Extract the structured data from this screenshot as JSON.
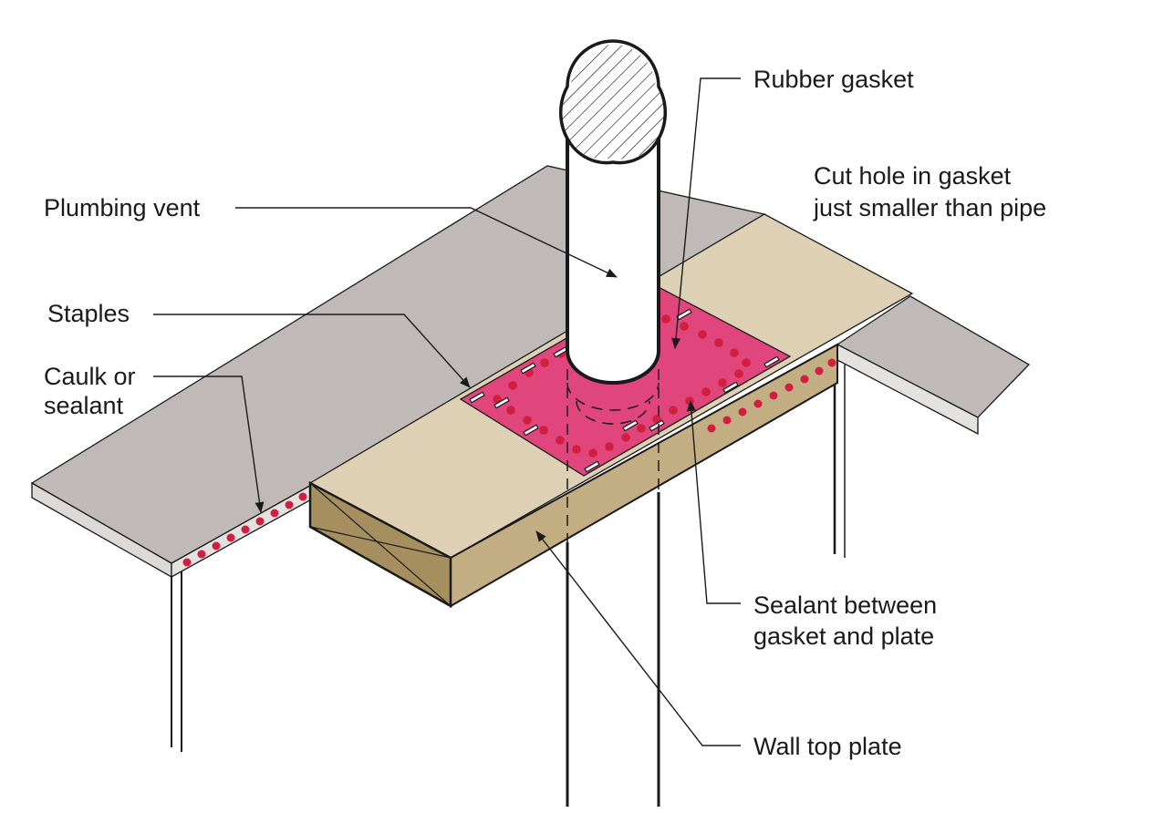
{
  "labels": {
    "rubber_gasket": "Rubber gasket",
    "cut_hole_line1": "Cut hole in gasket",
    "cut_hole_line2": "just smaller than pipe",
    "plumbing_vent": "Plumbing vent",
    "staples": "Staples",
    "caulk_line1": "Caulk or",
    "caulk_line2": "sealant",
    "sealant_between_line1": "Sealant between",
    "sealant_between_line2": "gasket and plate",
    "wall_top_plate": "Wall top plate"
  },
  "colors": {
    "drywall": "#bfbab7",
    "plate_top": "#ded0b4",
    "plate_side": "#c3ae84",
    "plate_end": "#a58f5f",
    "gasket": "#e0457b",
    "sealant_dots": "#d11f40",
    "outline": "#1a1a1a"
  }
}
